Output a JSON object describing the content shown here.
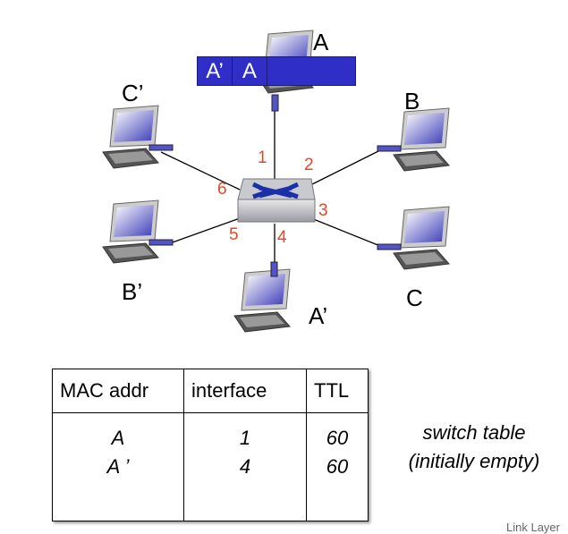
{
  "nodes": {
    "A": "A",
    "B": "B",
    "C": "C",
    "A_prime": "A’",
    "B_prime": "B’",
    "C_prime": "C’"
  },
  "ports": [
    "1",
    "2",
    "3",
    "4",
    "5",
    "6"
  ],
  "frame": {
    "dest": "A’",
    "src": "A"
  },
  "table": {
    "headers": [
      "MAC addr",
      "interface",
      "TTL"
    ],
    "rows": [
      {
        "mac": "A",
        "iface": "1",
        "ttl": "60"
      },
      {
        "mac": "A ’",
        "iface": "4",
        "ttl": "60"
      }
    ]
  },
  "caption": {
    "line1": "switch table",
    "line2": "(initially empty)"
  },
  "footer": "Link Layer",
  "colors": {
    "frame": "#2f2fc8",
    "port_label": "#e0482a"
  }
}
